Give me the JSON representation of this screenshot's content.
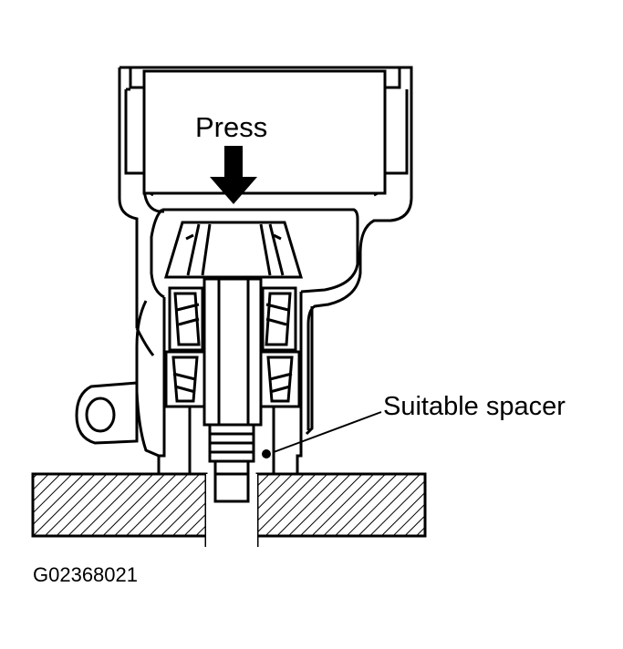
{
  "labels": {
    "press": "Press",
    "spacer": "Suitable spacer",
    "figure_code": "G02368021"
  },
  "colors": {
    "line": "#000000",
    "background": "#ffffff"
  },
  "icons": [
    "down-arrow-icon",
    "hatch-pattern"
  ]
}
